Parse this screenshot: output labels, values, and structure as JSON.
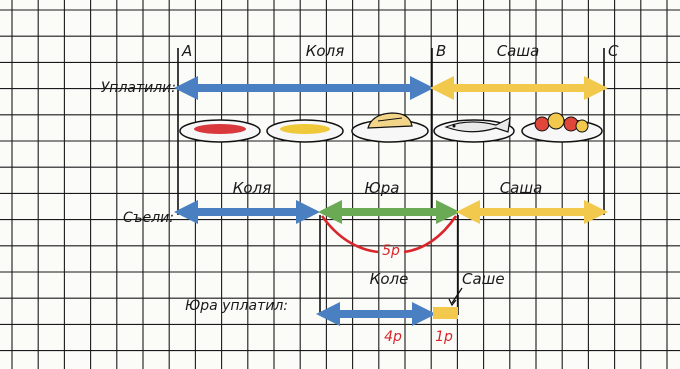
{
  "points": {
    "a": "A",
    "b": "B",
    "c": "C"
  },
  "labels": {
    "paid": "Уплатили:",
    "ate": "Съели:",
    "yura_paid": "Юра уплатил:",
    "to_kolya": "Коле",
    "to_sasha": "Саше"
  },
  "names": {
    "kolya_top": "Коля",
    "sasha_top": "Саша",
    "kolya_mid": "Коля",
    "yura_mid": "Юра",
    "sasha_mid": "Саша"
  },
  "amounts": {
    "total_yura": "5р",
    "to_kolya": "4р",
    "to_sasha": "1р"
  },
  "colors": {
    "kolya": "#4a7fc1",
    "sasha": "#f2c94c",
    "yura": "#6aaa55",
    "red": "#d8262b",
    "grid": "#1a1a1a"
  },
  "icons": [
    "soup-plate-icon",
    "porridge-plate-icon",
    "bread-plate-icon",
    "fish-plate-icon",
    "fruit-plate-icon"
  ]
}
